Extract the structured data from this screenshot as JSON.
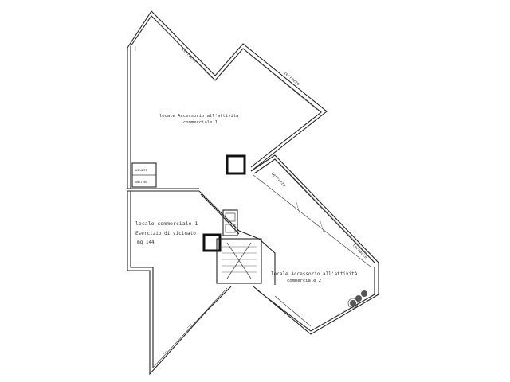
{
  "rooms": {
    "accessory_1_line1": "locale Accessorio all'attività",
    "accessory_1_line2": "commerciale 1",
    "commercial_line1": "locale commerciale 1",
    "commercial_line2": "Esercizio di vicinato",
    "commercial_area": "mq 144",
    "accessory_2_line1": "locale Accessorio all'attività",
    "accessory_2_line2": "commerciale 2"
  },
  "terraces": {
    "upper_1": "terrazzo",
    "upper_2": "terrazzo",
    "middle": "terrazzo",
    "right": "terrazzo"
  },
  "small_rooms": {
    "left_box_top": "WC/ANTI",
    "left_box_bottom": "ANTI WC"
  }
}
